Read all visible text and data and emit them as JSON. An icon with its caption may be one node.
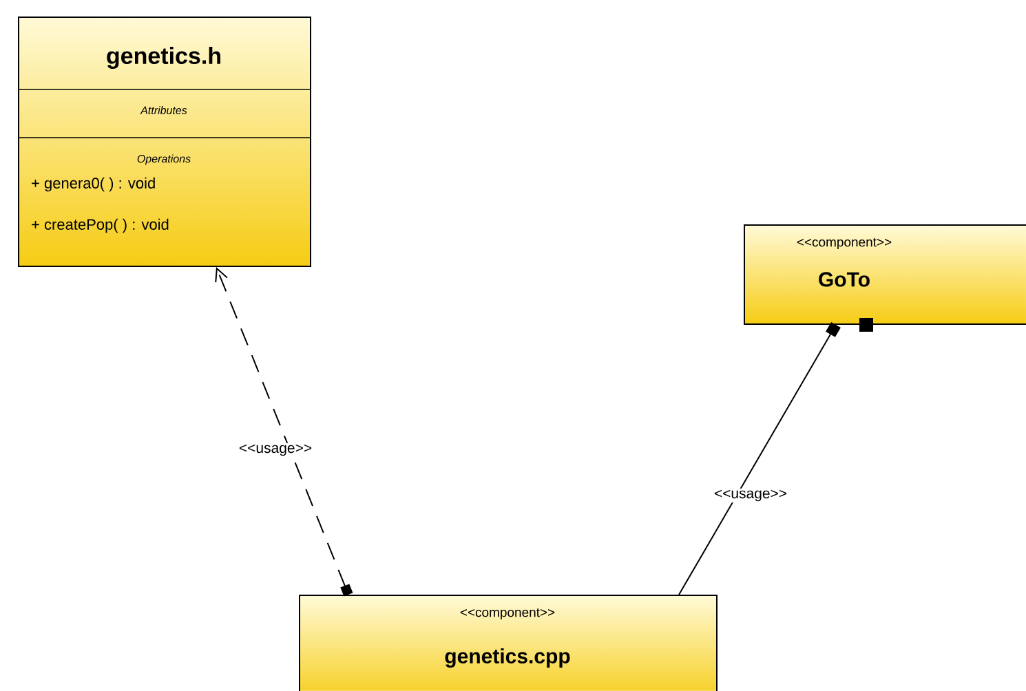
{
  "diagram": {
    "nodes": [
      {
        "text": [
          "genetics.h",
          "Attributes",
          "Operations",
          "+ genera0(  ) : void",
          "+ createPop(  ) : void"
        ]
      },
      {
        "text": [
          "<<component>>",
          "GoTo"
        ]
      },
      {
        "text": [
          "<<component>>",
          "genetics.cpp"
        ]
      }
    ],
    "edges": [
      {
        "from": 2,
        "to": 0,
        "arrow": "to",
        "label": "<<usage>>",
        "style": "dashed"
      },
      {
        "from": 2,
        "to": 1,
        "arrow": "other",
        "label": "<<usage>>"
      }
    ]
  }
}
